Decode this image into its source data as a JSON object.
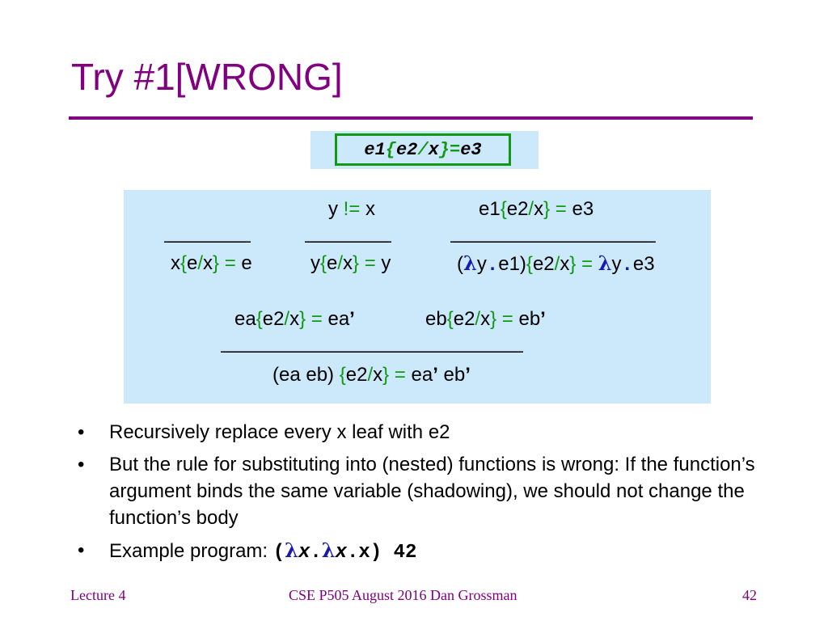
{
  "title": "Try #1[WRONG]",
  "judgment": {
    "e1": "e1",
    "lb": "{",
    "e2": "e2",
    "slash": "/",
    "x": "x",
    "rb": "}",
    "eq": " = ",
    "e3": "e3"
  },
  "rules": {
    "lambda_premise": "e1{e2/x} = e3",
    "var_premise": "y != x",
    "rule1": "x{e/x} = e",
    "rule2": "y{e/x} = y",
    "rule3": "(λy.e1){e2/x} = λy.e3",
    "rule4_prem1": "ea{e2/x} = ea’",
    "rule4_prem2": "eb{e2/x} = eb’",
    "rule4": "(ea eb) {e2/x} = ea’ eb’"
  },
  "bullets": [
    "Recursively replace every x leaf with e2",
    "But the rule for substituting into (nested) functions is wrong: If the function’s argument binds the same variable (shadowing), we should not change the function’s body",
    "Example program: "
  ],
  "example_code": "(λx.λx.x) 42",
  "footer": {
    "left": "Lecture 4",
    "center": "CSE P505 August 2016  Dan Grossman",
    "right": "42"
  }
}
